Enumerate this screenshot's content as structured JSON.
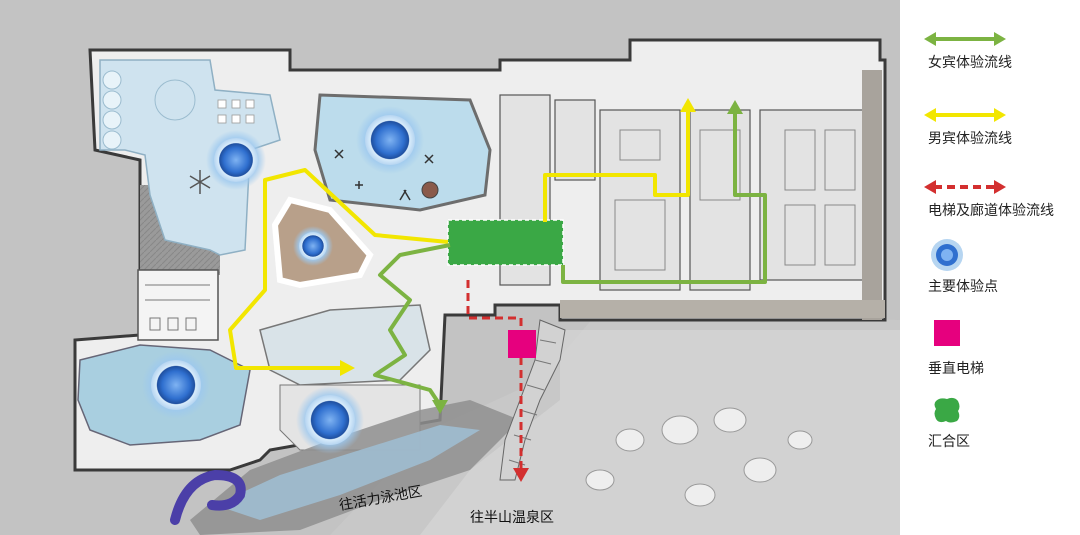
{
  "legend": {
    "items": [
      {
        "label": "女宾体验流线",
        "symbol": "arrow-solid",
        "color": "#7cb342"
      },
      {
        "label": "男宾体验流线",
        "symbol": "arrow-solid",
        "color": "#f2e600"
      },
      {
        "label": "电梯及廊道体验流线",
        "symbol": "arrow-dashed",
        "color": "#d32f2f"
      },
      {
        "label": "主要体验点",
        "symbol": "pool-dot",
        "color": "#2f6fcf"
      },
      {
        "label": "垂直电梯",
        "symbol": "square",
        "color": "#e6007e"
      },
      {
        "label": "汇合区",
        "symbol": "blob",
        "color": "#3aa845"
      }
    ]
  },
  "plan": {
    "label_left": "往活力泳池区",
    "label_bottom": "往半山温泉区"
  },
  "colors": {
    "background": "#c9c9c9",
    "women_route": "#7cb342",
    "men_route": "#f2e600",
    "elevator_route": "#d32f2f",
    "pool": "#2f6fcf",
    "elevator": "#e6007e",
    "meeting": "#3aa845"
  }
}
